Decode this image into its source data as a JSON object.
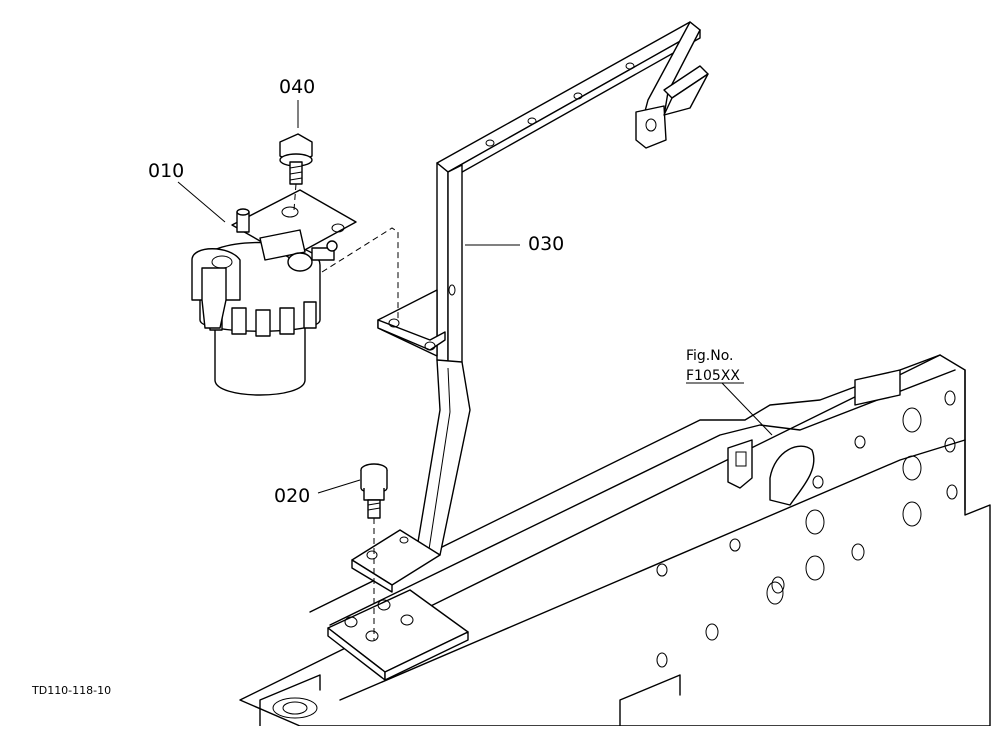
{
  "callouts": [
    {
      "id": "040",
      "text": "040"
    },
    {
      "id": "010",
      "text": "010"
    },
    {
      "id": "030",
      "text": "030"
    },
    {
      "id": "020",
      "text": "020"
    }
  ],
  "figure_ref": {
    "line1": "Fig.No.",
    "line2": "F105XX"
  },
  "drawing_id": "TD110-118-10"
}
